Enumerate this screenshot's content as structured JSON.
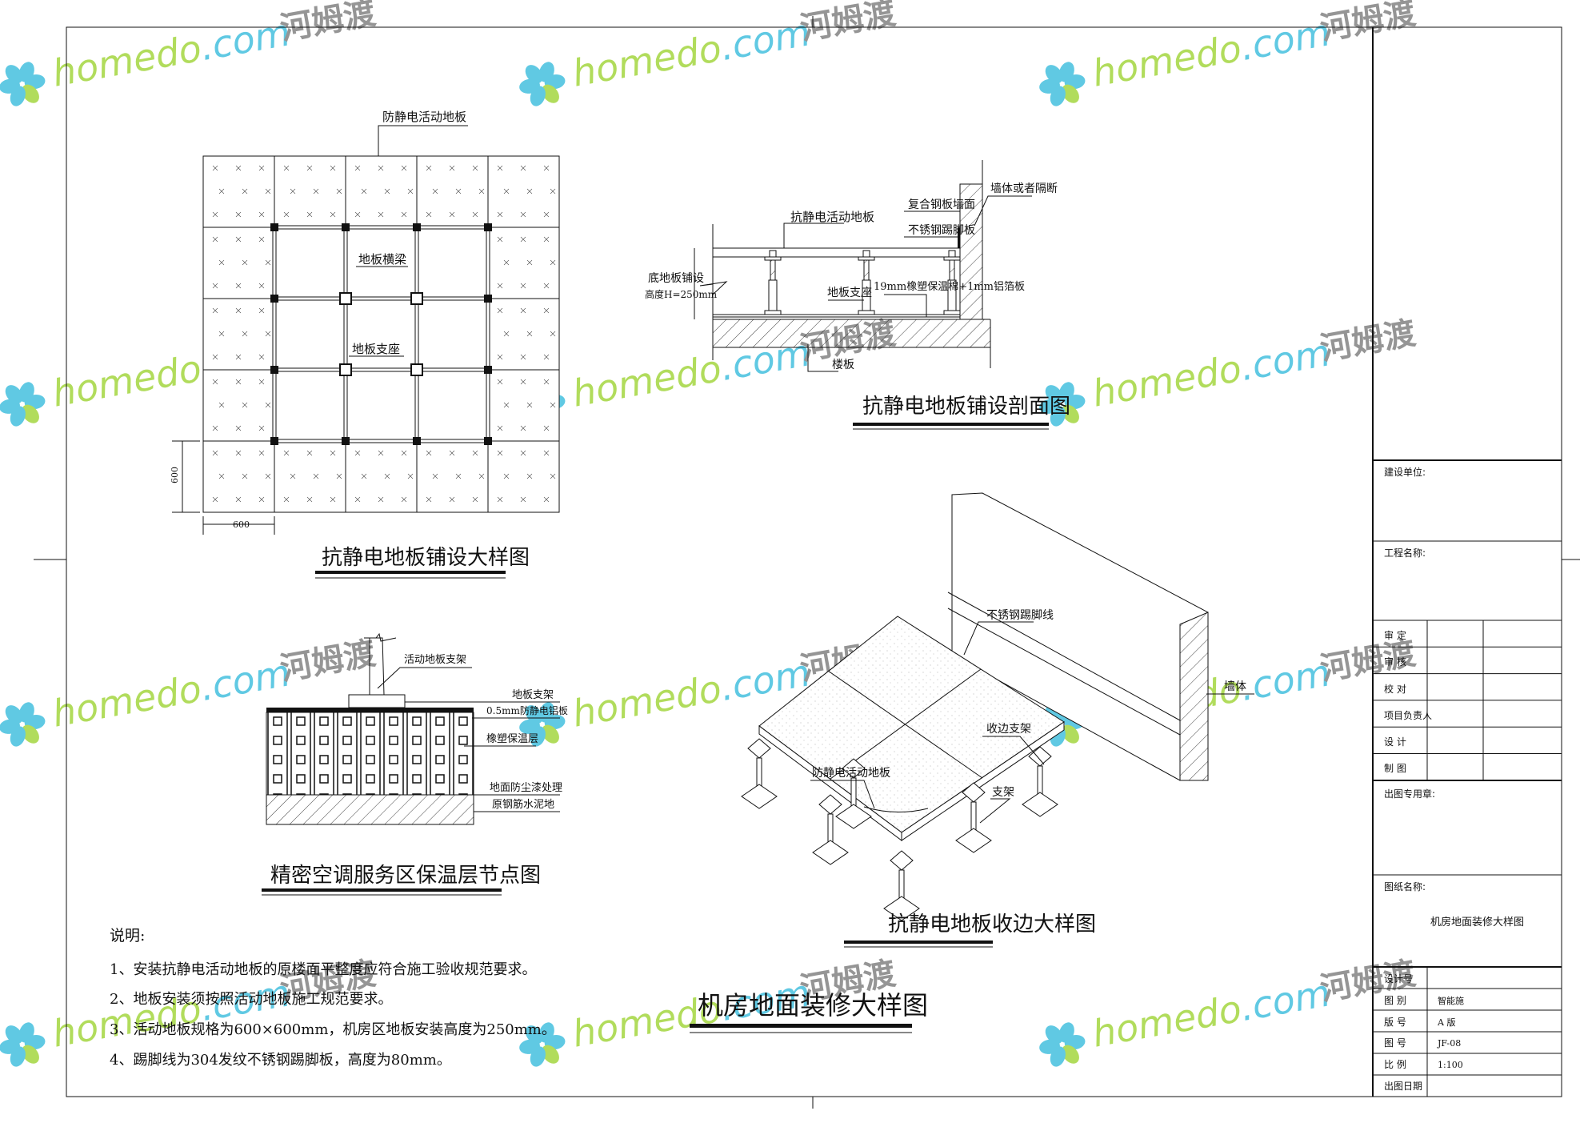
{
  "plan": {
    "label_floor": "防静电活动地板",
    "label_beam": "地板横梁",
    "label_support": "地板支座",
    "dim_vertical": "600",
    "dim_horizontal": "600",
    "title": "抗静电地板铺设大样图"
  },
  "section": {
    "label_floor": "抗静电活动地板",
    "label_wall_panel": "复合钢板墙面",
    "label_skirting": "不锈钢踢脚板",
    "label_wall": "墙体或者隔断",
    "label_height_1": "底地板铺设",
    "label_height_2": "高度H=250mm",
    "label_support": "地板支座",
    "label_insulation": "19mm橡塑保温棉+1mm铝箔板",
    "label_slab": "楼板",
    "title": "抗静电地板铺设剖面图"
  },
  "node": {
    "label_bracket": "活动地板支架",
    "label_floor_bracket": "地板支架",
    "label_alu": "0.5mm防静电铝板",
    "label_insulation": "橡塑保温层",
    "label_paint": "地面防尘漆处理",
    "label_concrete": "原钢筋水泥地",
    "title": "精密空调服务区保温层节点图"
  },
  "iso": {
    "label_skirting": "不锈钢踢脚线",
    "label_wall": "墙体",
    "label_edge_support": "收边支架",
    "label_floor": "防静电活动地板",
    "label_support": "支架",
    "title": "抗静电地板收边大样图"
  },
  "notes": {
    "heading": "说明:",
    "items": [
      "1、安装抗静电活动地板的原楼面平整度应符合施工验收规范要求。",
      "2、地板安装须按照活动地板施工规范要求。",
      "3、活动地板规格为600×600mm，机房区地板安装高度为250mm。",
      "4、踢脚线为304发纹不锈钢踢脚板，高度为80mm。"
    ]
  },
  "main_title": "机房地面装修大样图",
  "title_block": {
    "client_label": "建设单位:",
    "project_label": "工程名称:",
    "approval_rows": [
      "审  定",
      "审  核",
      "校  对",
      "项目负责人",
      "设  计",
      "制  图"
    ],
    "stamp_label": "出图专用章:",
    "drawing_name_label": "图纸名称:",
    "drawing_name": "机房地面装修大样图",
    "info_rows": [
      {
        "label": "设计号",
        "value": ""
      },
      {
        "label": "图  别",
        "value": "智能施"
      },
      {
        "label": "版  号",
        "value": "A  版"
      },
      {
        "label": "图  号",
        "value": "JF-08"
      },
      {
        "label": "比  例",
        "value": "1:100"
      },
      {
        "label": "出图日期",
        "value": ""
      }
    ]
  },
  "watermark": {
    "brand": "homedo",
    "domain": ".com",
    "cn": "河姆渡"
  },
  "colors": {
    "line": "#111111",
    "wm_green": "#a9d84a",
    "wm_blue": "#4fc3e0",
    "wm_gray": "#8a8a8a"
  }
}
